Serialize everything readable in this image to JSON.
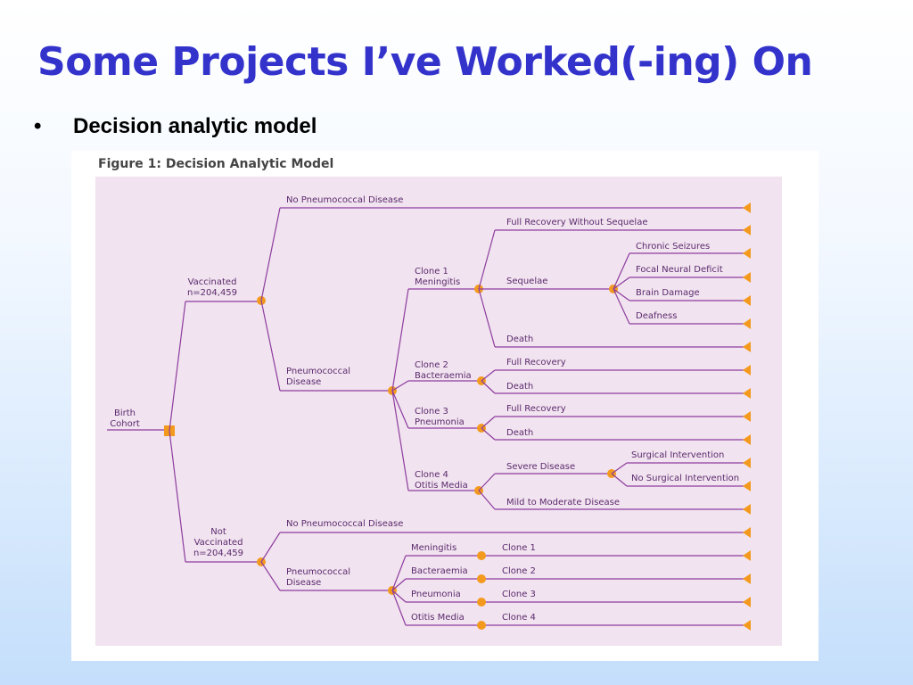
{
  "slide": {
    "title": "Some Projects I’ve Worked(-ing) On",
    "bullet": "Decision analytic model"
  },
  "figure": {
    "caption": "Figure 1: Decision Analytic Model",
    "colors": {
      "panel": "#f1e3ef",
      "line": "#8e3d9f",
      "node": "#f39a1e",
      "text": "#5b2a6e"
    },
    "nodes": {
      "root": "Birth\nCohort",
      "vaccinated": "Vaccinated\nn=204,459",
      "not_vaccinated": "Not\nVaccinated\nn=204,459",
      "vacc_none": "No Pneumococcal Disease",
      "vacc_disease": "Pneumococcal\nDisease",
      "clone1": "Clone 1\nMeningitis",
      "c1_full": "Full Recovery Without Sequelae",
      "c1_sequelae": "Sequelae",
      "seq_seizures": "Chronic Seizures",
      "seq_focal": "Focal Neural Deficit",
      "seq_brain": "Brain Damage",
      "seq_deaf": "Deafness",
      "c1_death": "Death",
      "clone2": "Clone 2\nBacteraemia",
      "c2_full": "Full Recovery",
      "c2_death": "Death",
      "clone3": "Clone 3\nPneumonia",
      "c3_full": "Full Recovery",
      "c3_death": "Death",
      "clone4": "Clone 4\nOtitis Media",
      "c4_severe": "Severe Disease",
      "sev_surgical": "Surgical Intervention",
      "sev_nosurgical": "No Surgical Intervention",
      "c4_mild": "Mild to Moderate Disease",
      "nv_none": "No Pneumococcal Disease",
      "nv_disease": "Pneumococcal\nDisease",
      "nv_meningitis": "Meningitis",
      "nv_m_clone": "Clone 1",
      "nv_bacteraemia": "Bacteraemia",
      "nv_b_clone": "Clone 2",
      "nv_pneumonia": "Pneumonia",
      "nv_p_clone": "Clone 3",
      "nv_otitis": "Otitis Media",
      "nv_o_clone": "Clone 4"
    }
  }
}
